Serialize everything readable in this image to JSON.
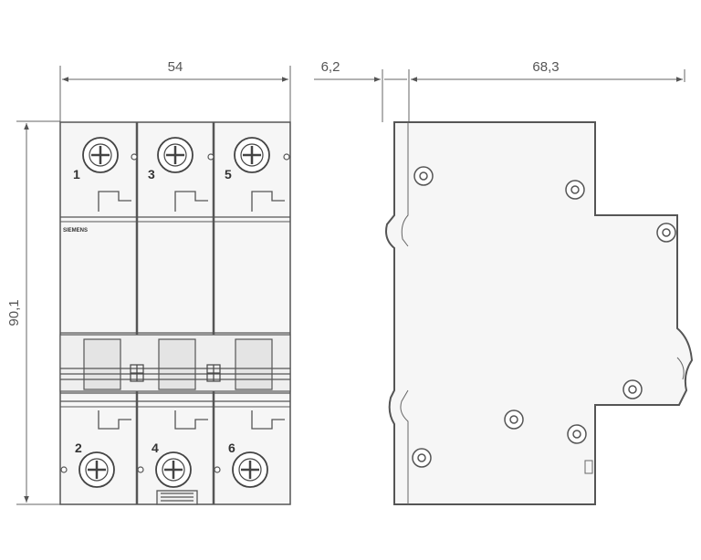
{
  "drawing": {
    "dimensions": {
      "front_width": "54",
      "front_height": "90,1",
      "side_offset": "6,2",
      "side_depth": "68,3"
    },
    "terminals_top": [
      "1",
      "3",
      "5"
    ],
    "terminals_bottom": [
      "2",
      "4",
      "6"
    ],
    "brand_label": "SIEMENS",
    "colors": {
      "line": "#555555",
      "body_fill": "#f6f6f6",
      "band_fill": "#e7e7e7"
    }
  }
}
